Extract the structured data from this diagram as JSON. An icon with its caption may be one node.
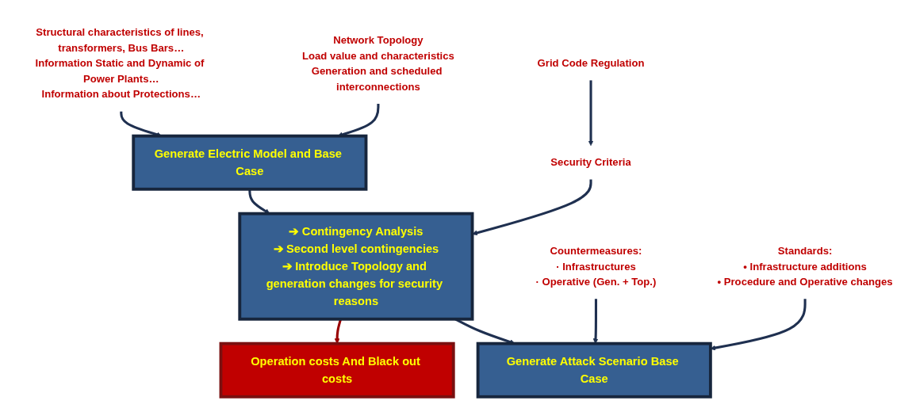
{
  "diagram": {
    "nodes": [
      {
        "text": [
          "Structural characteristics of lines, transformers, Bus Bars…",
          "Information Static and Dynamic of Power Plants…",
          "Information about Protections…"
        ]
      },
      {
        "text": [
          "Generate Electric Model and Base Case"
        ]
      },
      {
        "text": [
          "Network Topology",
          "Load value and characteristics",
          "Generation and scheduled interconnections"
        ]
      },
      {
        "text": [
          "➔ Contingency Analysis",
          "➔ Second level contingencies",
          "➔ Introduce Topology and generation changes for security reasons"
        ]
      },
      {
        "text": [
          "Operation costs And Black out costs"
        ]
      },
      {
        "text": [
          "Security Criteria"
        ]
      },
      {
        "text": [
          "Grid Code Regulation"
        ]
      },
      {
        "text": [
          "Countermeasures:",
          "· Infrastructures",
          "· Operative (Gen. + Top.)"
        ]
      },
      {
        "text": [
          "Generate Attack Scenario Base Case"
        ]
      },
      {
        "text": [
          "Standards:",
          "• Infrastructure additions",
          "• Procedure and Operative changes"
        ]
      }
    ],
    "edges": [
      {
        "from": 0,
        "to": 1,
        "arrow": "to"
      },
      {
        "from": 2,
        "to": 1,
        "arrow": "to"
      },
      {
        "from": 1,
        "to": 3,
        "arrow": "to"
      },
      {
        "from": 3,
        "to": 4,
        "arrow": "to",
        "color": "#990000"
      },
      {
        "from": 5,
        "to": 3,
        "arrow": "to"
      },
      {
        "from": 6,
        "to": 5,
        "arrow": "to"
      },
      {
        "from": 3,
        "to": 8,
        "arrow": "to"
      },
      {
        "from": 7,
        "to": 8,
        "arrow": "to"
      },
      {
        "from": 9,
        "to": 8,
        "arrow": "to"
      }
    ]
  }
}
